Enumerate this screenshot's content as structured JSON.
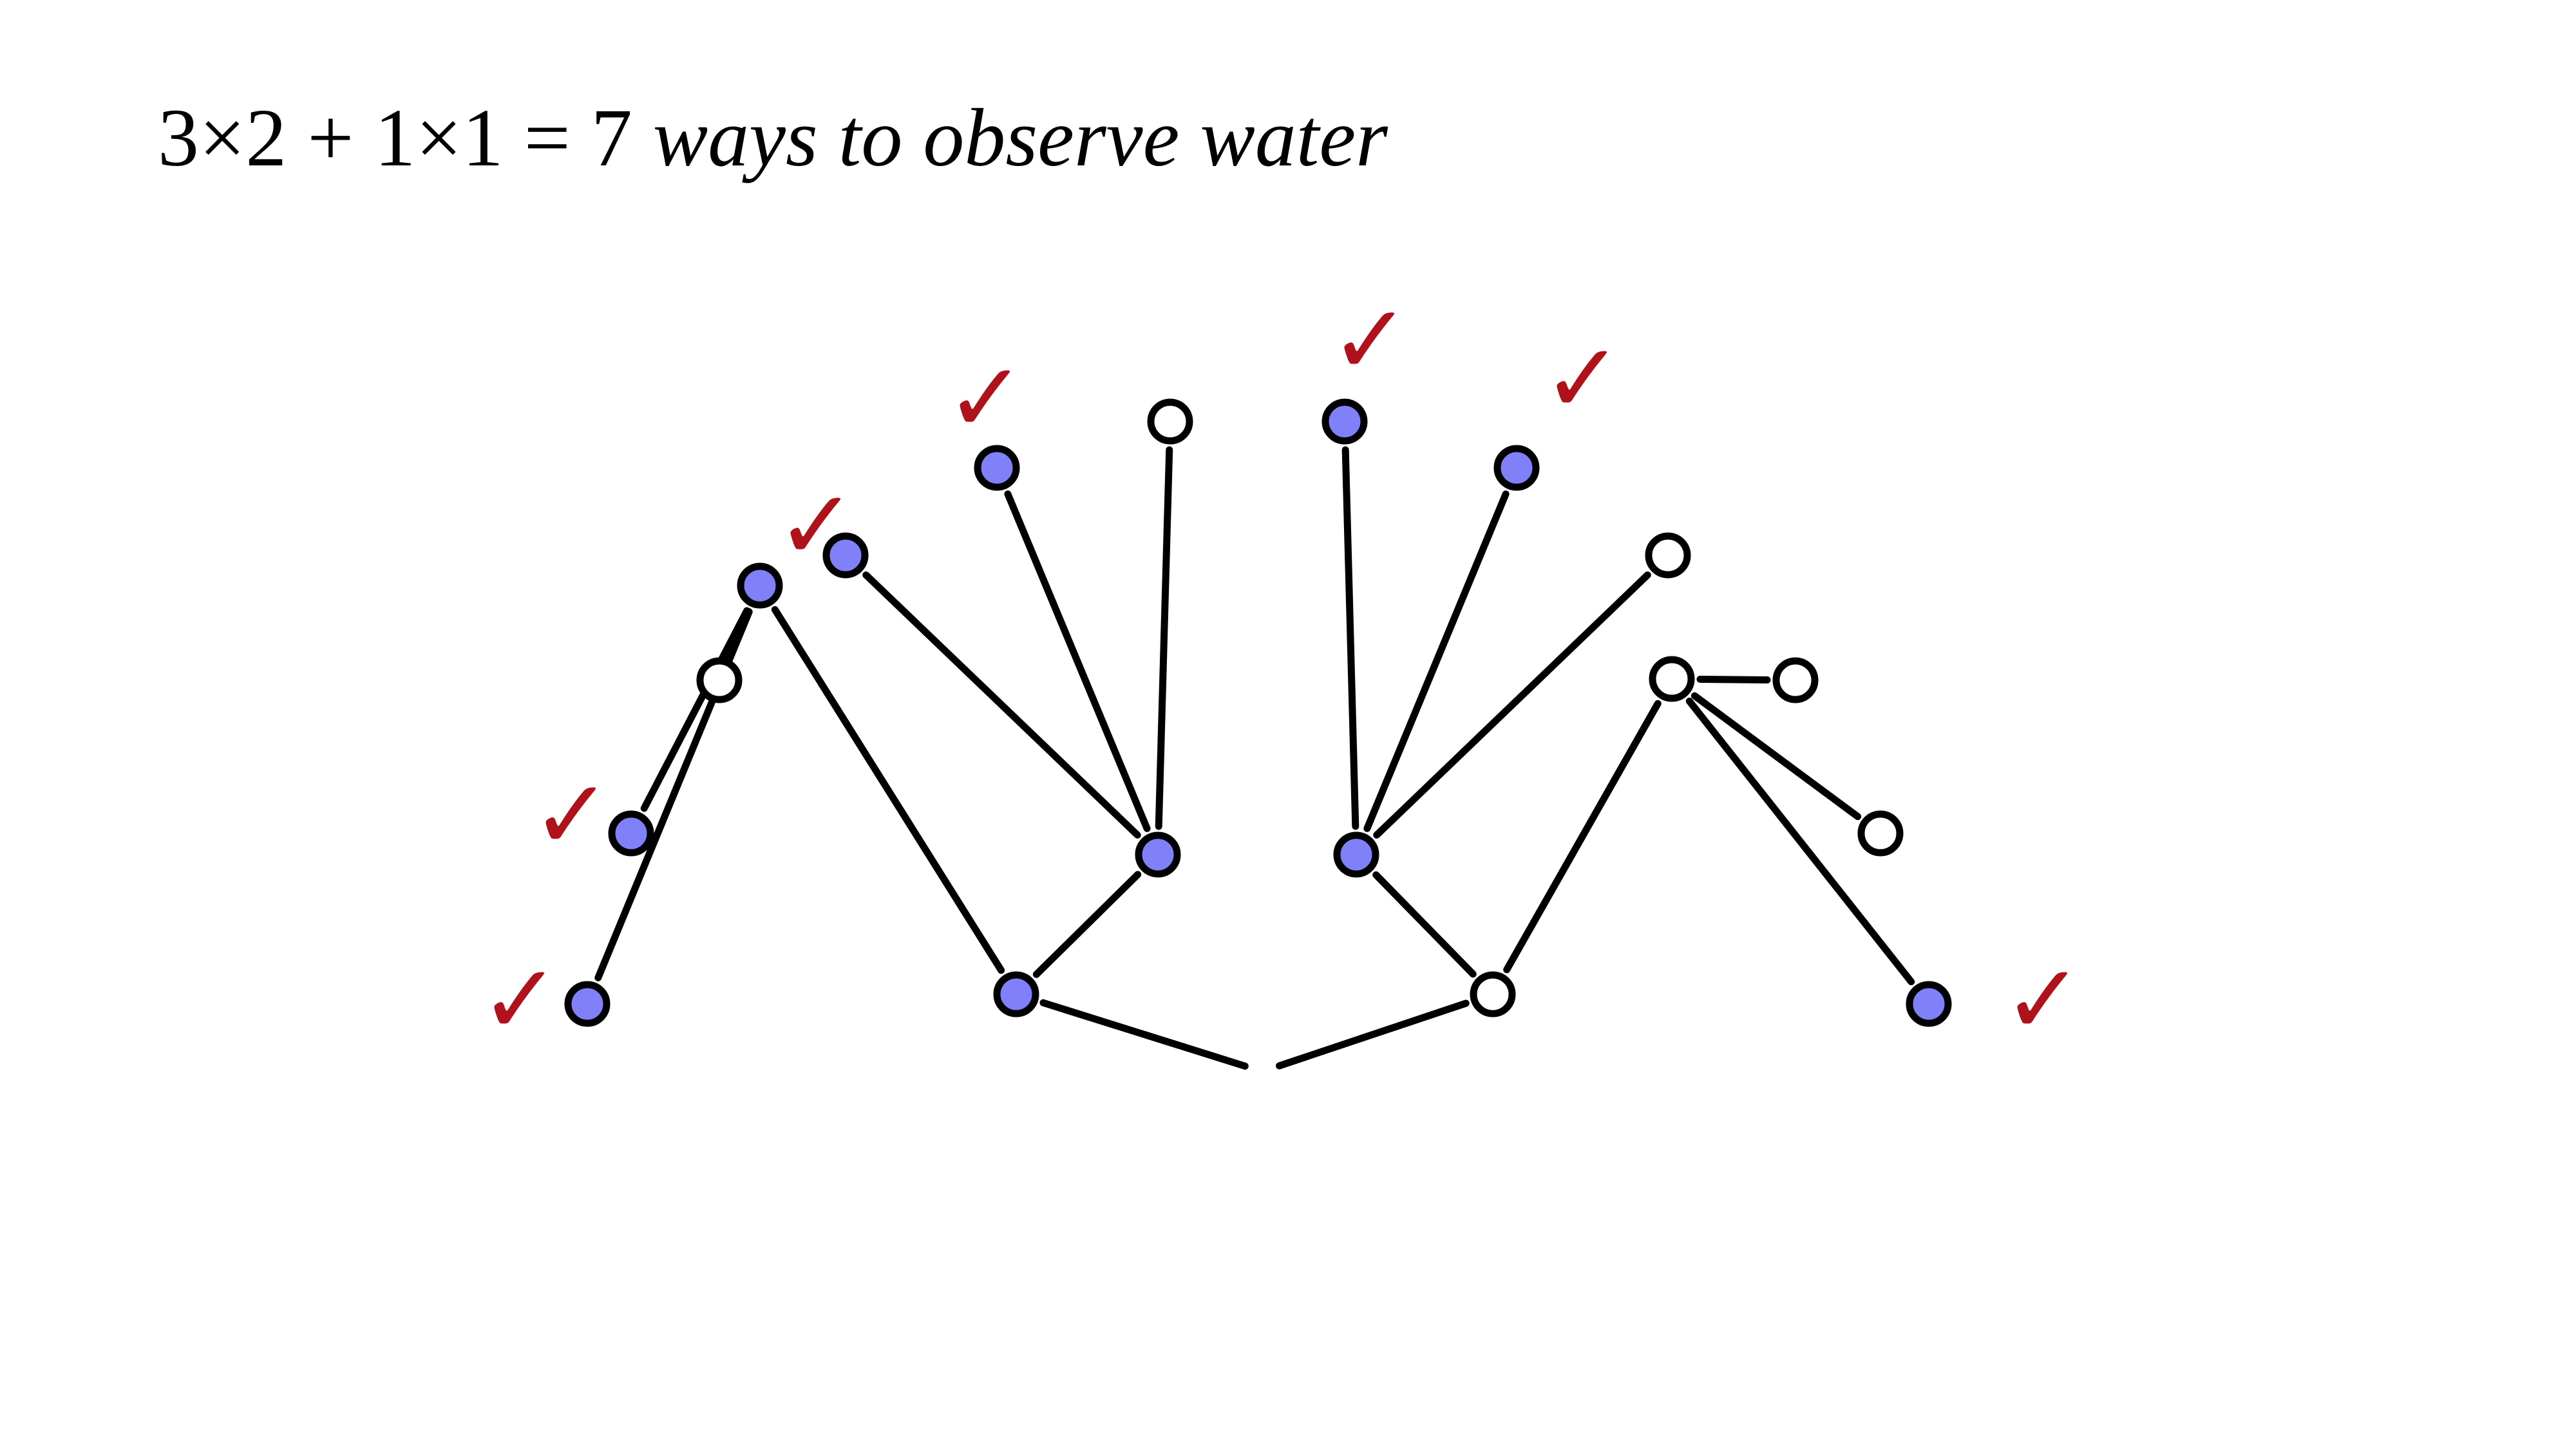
{
  "heading": {
    "equation": "3×2 + 1×1 = 7",
    "phrase": "ways to observe water"
  },
  "colors": {
    "filled_marble": "#8080f8",
    "empty_marble": "#ffffff",
    "outline": "#000000",
    "check": "#b0121b"
  },
  "check_glyph": "✓",
  "tree": {
    "branches": [
      {
        "name": "first-draw-left",
        "state": "filled",
        "children": [
          {
            "name": "second-draw-1",
            "state": "filled",
            "children": [
              {
                "name": "third-draw-1",
                "state": "filled",
                "checked": true
              },
              {
                "name": "third-draw-2",
                "state": "filled",
                "checked": true
              },
              {
                "name": "third-draw-3",
                "state": "empty",
                "checked": false
              }
            ]
          },
          {
            "name": "second-draw-2",
            "state": "filled",
            "children": [
              {
                "name": "third-draw-4",
                "state": "filled",
                "checked": true
              },
              {
                "name": "third-draw-5",
                "state": "filled",
                "checked": true
              },
              {
                "name": "third-draw-6",
                "state": "empty",
                "checked": false
              }
            ]
          }
        ]
      },
      {
        "name": "first-draw-right",
        "state": "empty",
        "children": [
          {
            "name": "second-draw-3",
            "state": "filled",
            "children": [
              {
                "name": "third-draw-7",
                "state": "filled",
                "checked": true
              },
              {
                "name": "third-draw-8",
                "state": "filled",
                "checked": true
              },
              {
                "name": "third-draw-9",
                "state": "empty",
                "checked": false
              }
            ]
          },
          {
            "name": "second-draw-4",
            "state": "empty",
            "children": [
              {
                "name": "third-draw-10",
                "state": "empty",
                "checked": false
              },
              {
                "name": "third-draw-11",
                "state": "empty",
                "checked": false
              },
              {
                "name": "third-draw-12",
                "state": "filled",
                "checked": true
              }
            ]
          }
        ]
      }
    ]
  }
}
